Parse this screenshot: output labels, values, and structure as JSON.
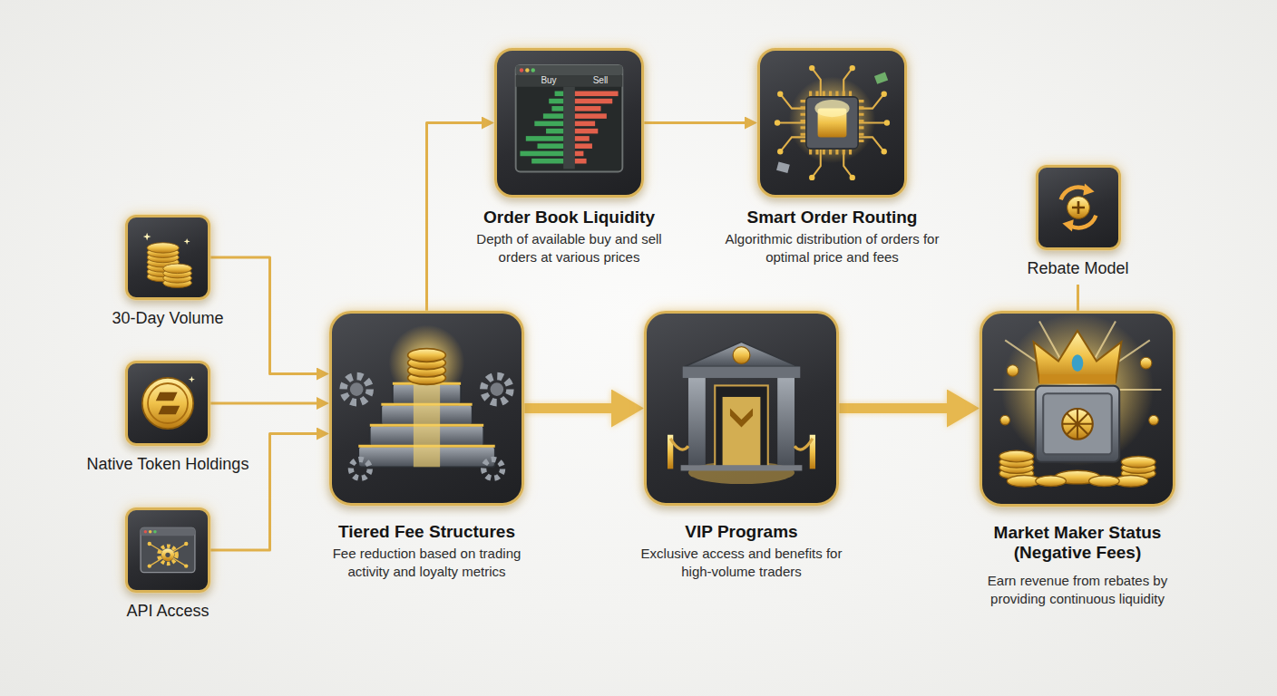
{
  "diagram": {
    "nodes": [
      {
        "text": [
          "30-Day Volume"
        ]
      },
      {
        "text": [
          "Native Token Holdings"
        ]
      },
      {
        "text": [
          "API Access"
        ]
      },
      {
        "text": [
          "Tiered Fee Structures",
          "Fee reduction based on trading activity and loyalty metrics"
        ]
      },
      {
        "text": [
          "Order Book Liquidity",
          "Depth of available buy and sell orders at various prices"
        ]
      },
      {
        "text": [
          "Smart Order Routing",
          "Algorithmic distribution of orders for optimal price and fees"
        ]
      },
      {
        "text": [
          "VIP Programs",
          "Exclusive access and benefits for high-volume traders"
        ]
      },
      {
        "text": [
          "Rebate Model"
        ]
      },
      {
        "text": [
          "Market Maker Status (Negative Fees)",
          "Earn revenue from rebates by providing continuous liquidity"
        ]
      }
    ],
    "edges": [
      {
        "from": 0,
        "to": 3,
        "arrow": "to"
      },
      {
        "from": 1,
        "to": 3,
        "arrow": "to"
      },
      {
        "from": 2,
        "to": 3,
        "arrow": "to"
      },
      {
        "from": 3,
        "to": 4,
        "arrow": "to"
      },
      {
        "from": 4,
        "to": 5,
        "arrow": "to"
      },
      {
        "from": 3,
        "to": 6,
        "arrow": "to"
      },
      {
        "from": 6,
        "to": 8,
        "arrow": "to"
      },
      {
        "from": 7,
        "to": 8,
        "arrow": "none"
      }
    ],
    "labels": [
      "Buy",
      "Sell"
    ]
  }
}
